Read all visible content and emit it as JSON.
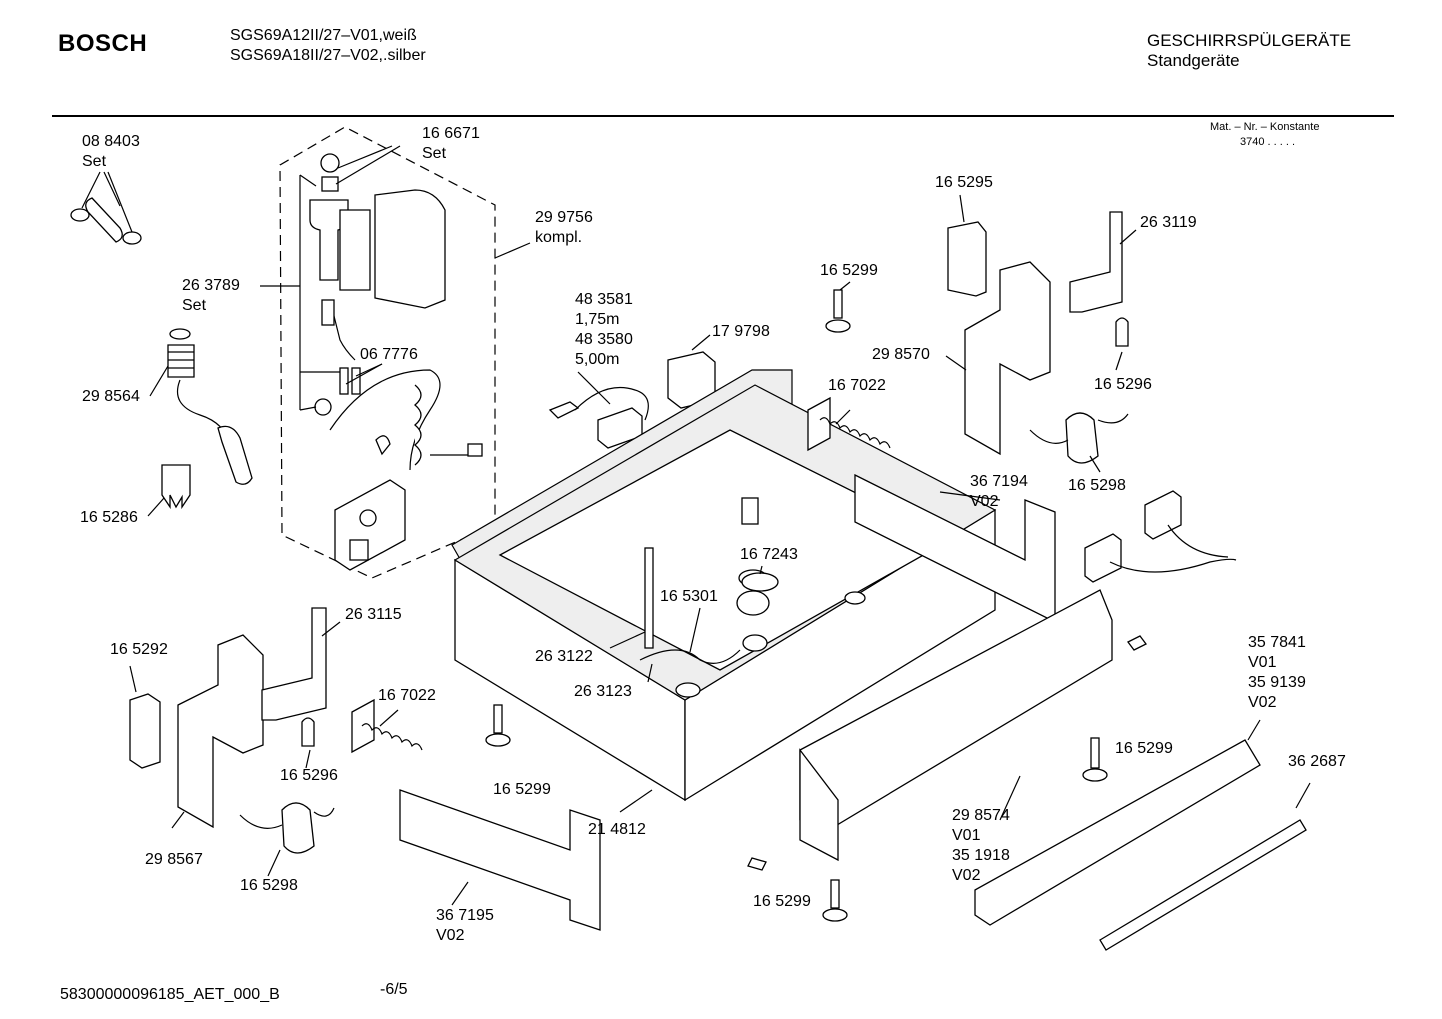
{
  "header": {
    "brand": "BOSCH",
    "model_line_1": "SGS69A12II/27–V01,weiß",
    "model_line_2": "SGS69A18II/27–V02,.silber",
    "category": "GESCHIRRSPÜLGERÄTE",
    "subcategory": "Standgeräte",
    "mat_nr_label": "Mat. – Nr. – Konstante",
    "mat_nr_value": "3740  .  .  .  .  ."
  },
  "footer": {
    "doc_id": "58300000096185_AET_000_B",
    "page": "-6/5"
  },
  "callouts": [
    {
      "id": "c-088403",
      "lines": [
        "08 8403",
        "Set"
      ]
    },
    {
      "id": "c-166671",
      "lines": [
        "16 6671",
        "Set"
      ]
    },
    {
      "id": "c-299756",
      "lines": [
        "29 9756",
        "kompl."
      ]
    },
    {
      "id": "c-263789",
      "lines": [
        "26 3789",
        "Set"
      ]
    },
    {
      "id": "c-298564",
      "lines": [
        "29 8564"
      ]
    },
    {
      "id": "c-067776",
      "lines": [
        "06 7776"
      ]
    },
    {
      "id": "c-165286",
      "lines": [
        "16 5286"
      ]
    },
    {
      "id": "c-483581",
      "lines": [
        "48 3581",
        "1,75m",
        "48 3580",
        "5,00m"
      ]
    },
    {
      "id": "c-179798",
      "lines": [
        "17 9798"
      ]
    },
    {
      "id": "c-165299a",
      "lines": [
        "16 5299"
      ]
    },
    {
      "id": "c-165295",
      "lines": [
        "16 5295"
      ]
    },
    {
      "id": "c-263119",
      "lines": [
        "26 3119"
      ]
    },
    {
      "id": "c-298570",
      "lines": [
        "29 8570"
      ]
    },
    {
      "id": "c-165296a",
      "lines": [
        "16 5296"
      ]
    },
    {
      "id": "c-167022a",
      "lines": [
        "16 7022"
      ]
    },
    {
      "id": "c-367194",
      "lines": [
        "36 7194",
        "V02"
      ]
    },
    {
      "id": "c-165298a",
      "lines": [
        "16 5298"
      ]
    },
    {
      "id": "c-167243",
      "lines": [
        "16 7243"
      ]
    },
    {
      "id": "c-165301",
      "lines": [
        "16 5301"
      ]
    },
    {
      "id": "c-263115",
      "lines": [
        "26 3115"
      ]
    },
    {
      "id": "c-165292",
      "lines": [
        "16 5292"
      ]
    },
    {
      "id": "c-263122",
      "lines": [
        "26 3122"
      ]
    },
    {
      "id": "c-263123",
      "lines": [
        "26 3123"
      ]
    },
    {
      "id": "c-167022b",
      "lines": [
        "16 7022"
      ]
    },
    {
      "id": "c-165296b",
      "lines": [
        "16 5296"
      ]
    },
    {
      "id": "c-165299b",
      "lines": [
        "16 5299"
      ]
    },
    {
      "id": "c-214812",
      "lines": [
        "21 4812"
      ]
    },
    {
      "id": "c-298567",
      "lines": [
        "29 8567"
      ]
    },
    {
      "id": "c-165298b",
      "lines": [
        "16 5298"
      ]
    },
    {
      "id": "c-367195",
      "lines": [
        "36 7195",
        "V02"
      ]
    },
    {
      "id": "c-357841",
      "lines": [
        "35 7841",
        "V01",
        "35 9139",
        "V02"
      ]
    },
    {
      "id": "c-165299c",
      "lines": [
        "16 5299"
      ]
    },
    {
      "id": "c-362687",
      "lines": [
        "36 2687"
      ]
    },
    {
      "id": "c-298574",
      "lines": [
        "29 8574",
        "V01",
        "35 1918",
        "V02"
      ]
    },
    {
      "id": "c-165299d",
      "lines": [
        "16 5299"
      ]
    }
  ]
}
